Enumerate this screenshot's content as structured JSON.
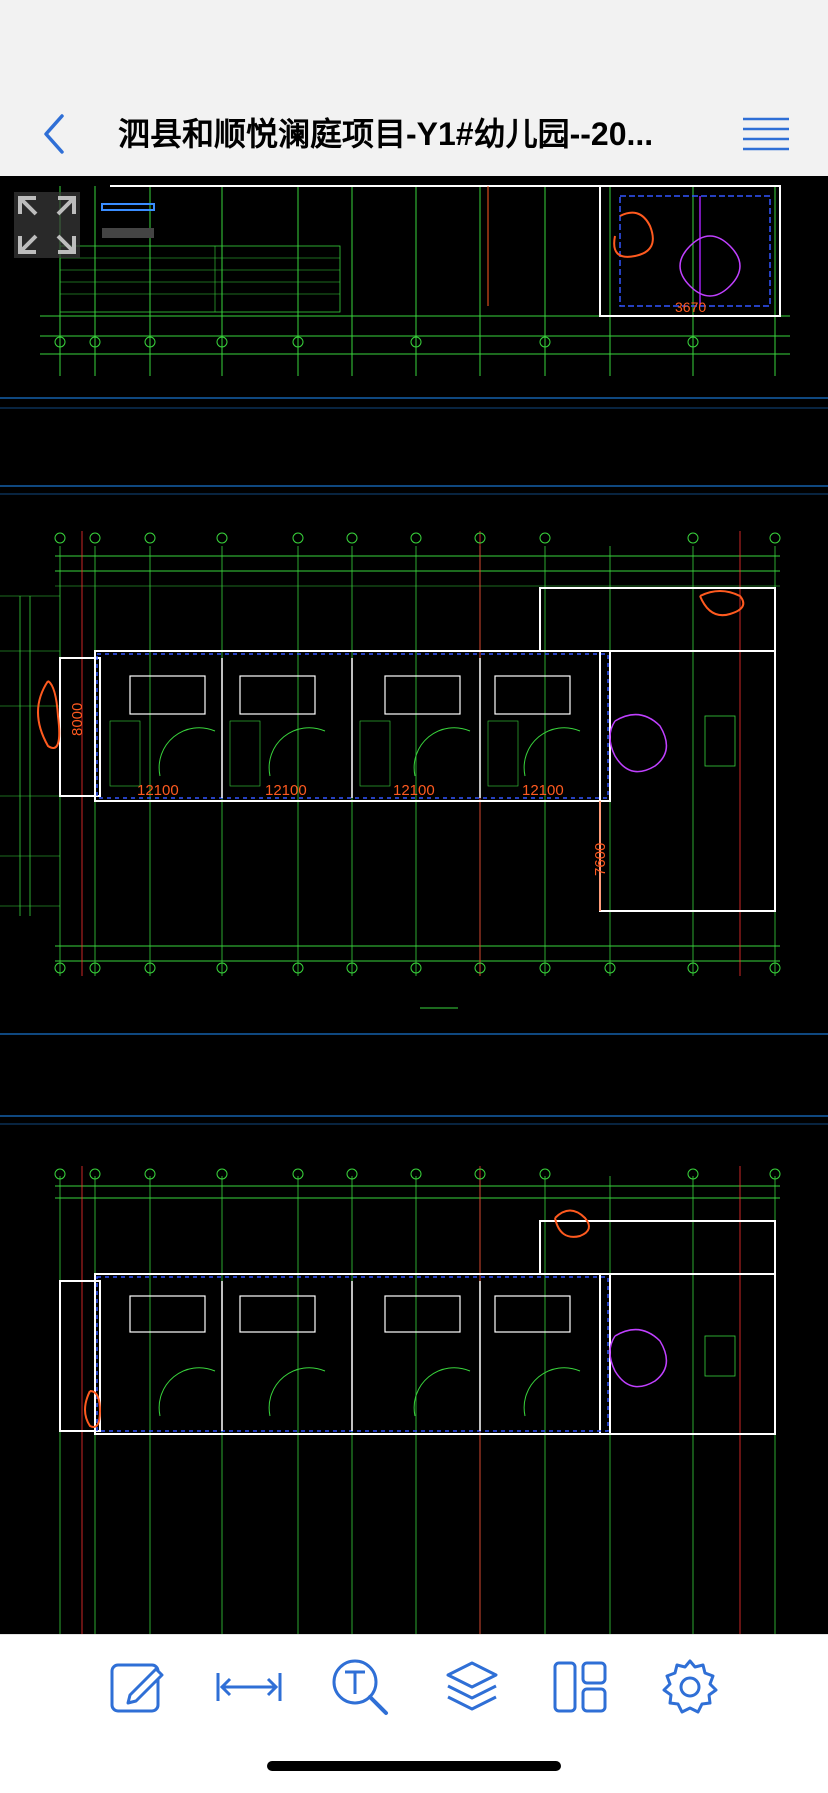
{
  "app": {
    "title": "泗县和顺悦澜庭项目-Y1#幼儿园--20...",
    "accent_color": "#2f6fd6"
  },
  "drawing": {
    "background": "#000000",
    "dimensions": [
      "3670",
      "8000",
      "12100",
      "12100",
      "12100",
      "12100",
      "7600"
    ]
  },
  "toolbar": {
    "items": [
      {
        "name": "edit-tool",
        "icon": "pencil-icon"
      },
      {
        "name": "measure-tool",
        "icon": "dimension-icon"
      },
      {
        "name": "text-search-tool",
        "icon": "text-search-icon"
      },
      {
        "name": "layers-tool",
        "icon": "layers-icon"
      },
      {
        "name": "layout-tool",
        "icon": "layout-icon"
      },
      {
        "name": "settings-tool",
        "icon": "gear-icon"
      }
    ]
  }
}
